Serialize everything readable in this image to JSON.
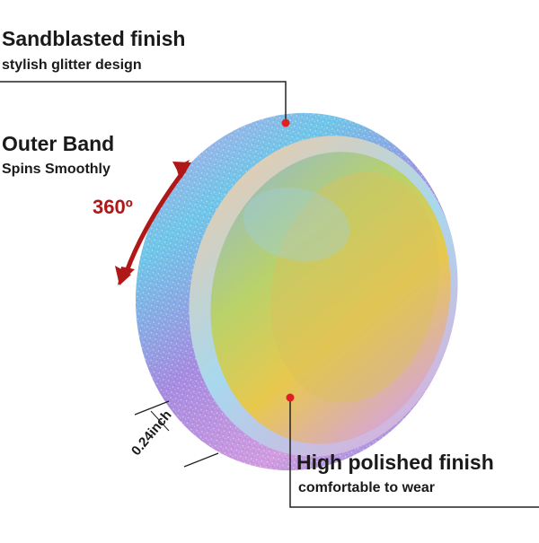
{
  "callouts": [
    {
      "title": "Sandblasted finish",
      "subtitle": "stylish glitter design"
    },
    {
      "title": "Outer Band",
      "subtitle": "Spins Smoothly"
    },
    {
      "title": "High polished finish",
      "subtitle": "comfortable to wear"
    }
  ],
  "rotation_label": "360º",
  "width_label": "0.24inch",
  "colors": {
    "arrow": "#b01818",
    "dot": "#e02020",
    "leader_line": "#222222",
    "text": "#1a1a1a"
  },
  "icons": [
    "rotation-arrow-icon",
    "callout-dot-icon"
  ]
}
